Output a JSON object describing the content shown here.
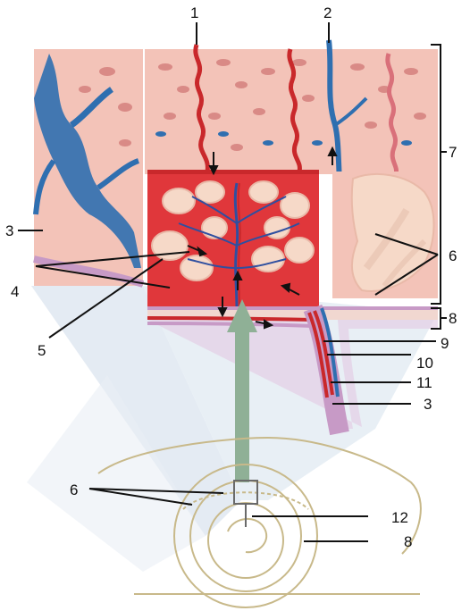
{
  "labels": {
    "l1": "1",
    "l2": "2",
    "l3_left": "3",
    "l3_right": "3",
    "l4": "4",
    "l5": "5",
    "l6_top": "6",
    "l6_bottom": "6",
    "l7": "7",
    "l8_top": "8",
    "l8_bottom": "8",
    "l9": "9",
    "l10": "10",
    "l11": "11",
    "l12": "12"
  },
  "colors": {
    "maternal_tissue": "#f3c3b8",
    "maternal_vein": "#2f6fb0",
    "maternal_artery": "#c9282b",
    "intervillous_blood": "#e0373b",
    "villus": "#f6d9c8",
    "cone": "#dbe6f0",
    "outline_sketch": "#c8b98a"
  }
}
